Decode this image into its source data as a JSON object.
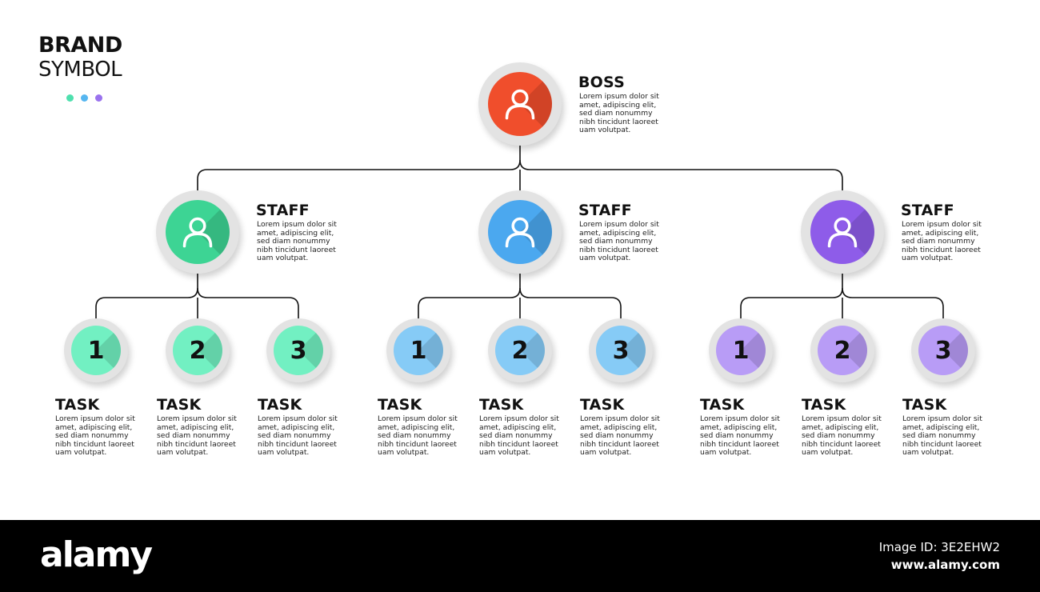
{
  "brand": {
    "line1": "BRAND",
    "line2": "SYMBOL",
    "dots": [
      "#4fe0ae",
      "#56b6f0",
      "#9a72ee"
    ]
  },
  "colors": {
    "boss": "#f04e2c",
    "green": "#3dd494",
    "blue": "#4ba8ef",
    "purple": "#8e5ce9",
    "task_green": "#72f0c2",
    "task_blue": "#86cbf6",
    "task_purple": "#b89cf6",
    "line": "#111111"
  },
  "boss": {
    "label": "BOSS",
    "icon": "person-icon",
    "description": "Lorem ipsum dolor sit\namet, adipiscing elit,\nsed diam nonummy\nnibh tincidunt laoreet\nuam volutpat."
  },
  "staff": [
    {
      "label": "STAFF",
      "icon": "person-icon",
      "description": "Lorem ipsum dolor sit\namet, adipiscing elit,\nsed diam nonummy\nnibh tincidunt laoreet\nuam volutpat.",
      "tasks": [
        {
          "number": "1",
          "label": "TASK",
          "description": "Lorem ipsum dolor sit\namet, adipiscing elit,\nsed diam nonummy\nnibh tincidunt laoreet\nuam volutpat."
        },
        {
          "number": "2",
          "label": "TASK",
          "description": "Lorem ipsum dolor sit\namet, adipiscing elit,\nsed diam nonummy\nnibh tincidunt laoreet\nuam volutpat."
        },
        {
          "number": "3",
          "label": "TASK",
          "description": "Lorem ipsum dolor sit\namet, adipiscing elit,\nsed diam nonummy\nnibh tincidunt laoreet\nuam volutpat."
        }
      ]
    },
    {
      "label": "STAFF",
      "icon": "person-icon",
      "description": "Lorem ipsum dolor sit\namet, adipiscing elit,\nsed diam nonummy\nnibh tincidunt laoreet\nuam volutpat.",
      "tasks": [
        {
          "number": "1",
          "label": "TASK",
          "description": "Lorem ipsum dolor sit\namet, adipiscing elit,\nsed diam nonummy\nnibh tincidunt laoreet\nuam volutpat."
        },
        {
          "number": "2",
          "label": "TASK",
          "description": "Lorem ipsum dolor sit\namet, adipiscing elit,\nsed diam nonummy\nnibh tincidunt laoreet\nuam volutpat."
        },
        {
          "number": "3",
          "label": "TASK",
          "description": "Lorem ipsum dolor sit\namet, adipiscing elit,\nsed diam nonummy\nnibh tincidunt laoreet\nuam volutpat."
        }
      ]
    },
    {
      "label": "STAFF",
      "icon": "person-icon",
      "description": "Lorem ipsum dolor sit\namet, adipiscing elit,\nsed diam nonummy\nnibh tincidunt laoreet\nuam volutpat.",
      "tasks": [
        {
          "number": "1",
          "label": "TASK",
          "description": "Lorem ipsum dolor sit\namet, adipiscing elit,\nsed diam nonummy\nnibh tincidunt laoreet\nuam volutpat."
        },
        {
          "number": "2",
          "label": "TASK",
          "description": "Lorem ipsum dolor sit\namet, adipiscing elit,\nsed diam nonummy\nnibh tincidunt laoreet\nuam volutpat."
        },
        {
          "number": "3",
          "label": "TASK",
          "description": "Lorem ipsum dolor sit\namet, adipiscing elit,\nsed diam nonummy\nnibh tincidunt laoreet\nuam volutpat."
        }
      ]
    }
  ],
  "watermark": {
    "logo": "alamy",
    "image_id": "Image ID: 3E2EHW2",
    "url": "www.alamy.com"
  }
}
